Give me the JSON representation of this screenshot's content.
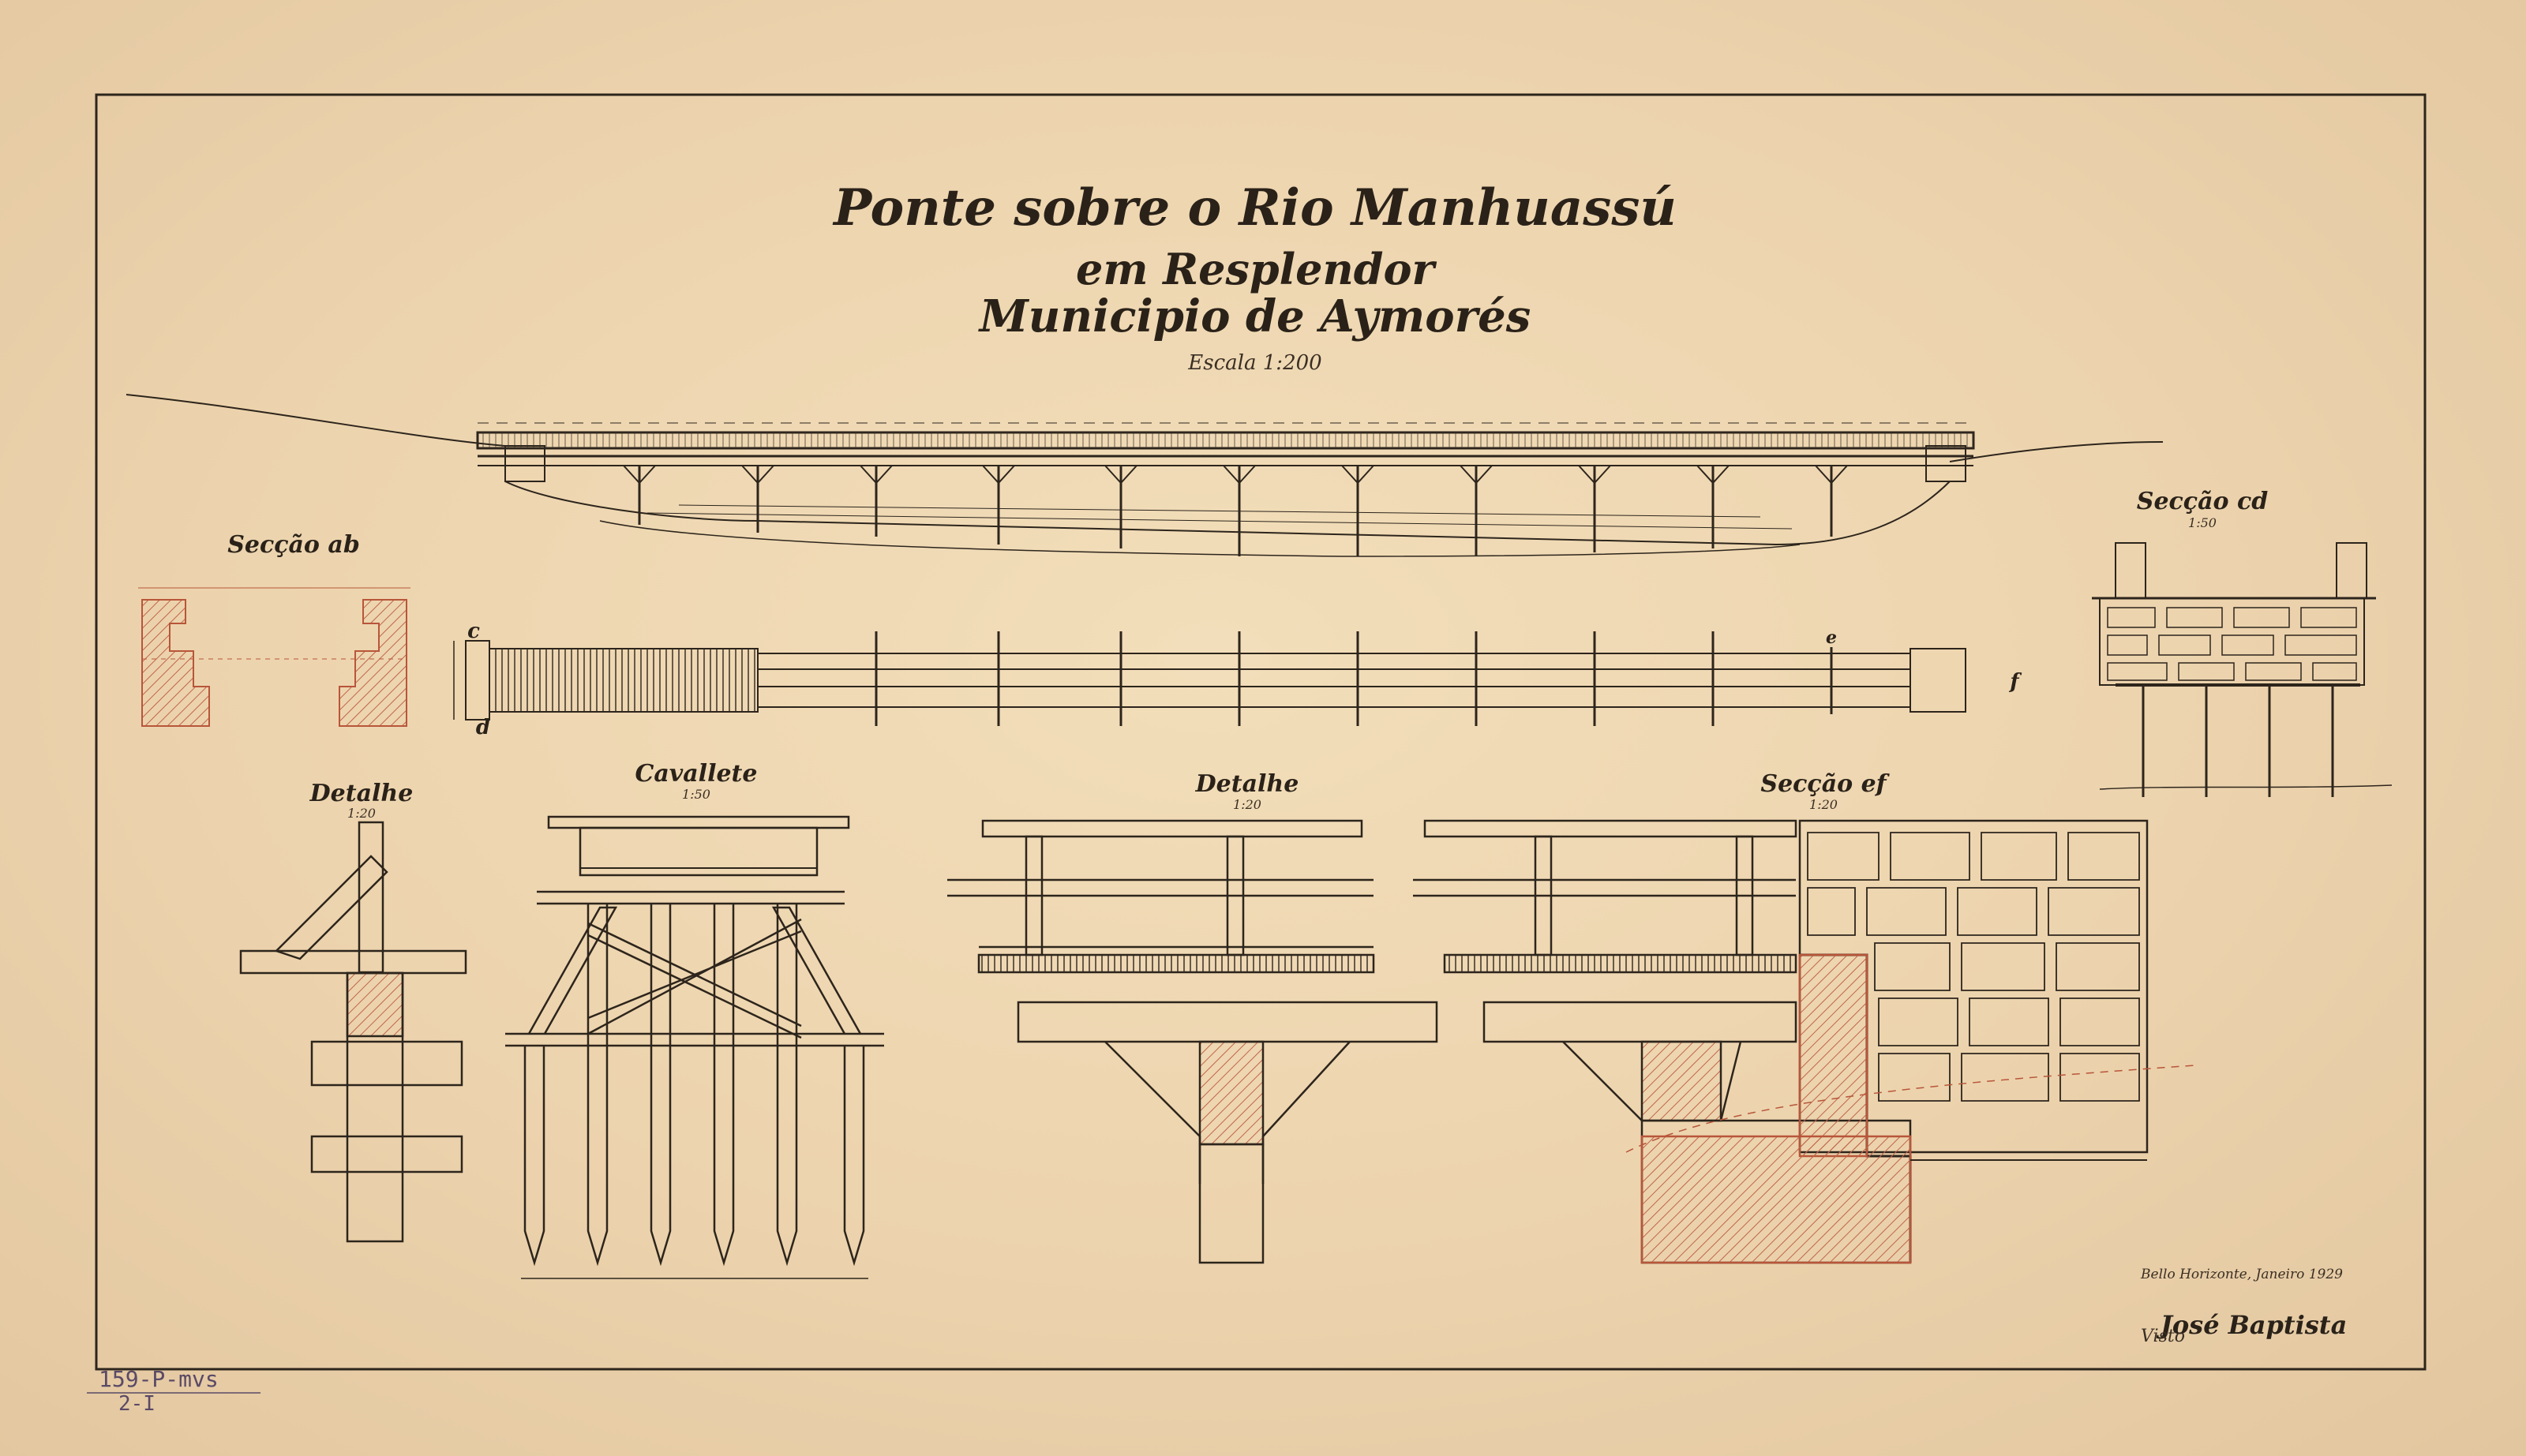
{
  "title": {
    "line1": "Ponte sobre o Rio Manhuassú",
    "line2": "em Resplendor",
    "line3": "Municipio de Aymorés",
    "scale": "Escala 1:200"
  },
  "sections": {
    "ab": {
      "label": "Secção ab"
    },
    "cd": {
      "label": "Secção cd",
      "scale": "1:50"
    },
    "ef": {
      "label": "Secção ef",
      "scale": "1:20"
    },
    "detalhe_left": {
      "label": "Detalhe",
      "scale": "1:20"
    },
    "cavallete": {
      "label": "Cavallete",
      "scale": "1:50"
    },
    "detalhe_center": {
      "label": "Detalhe",
      "scale": "1:20"
    }
  },
  "plan_marks": {
    "c": "c",
    "d": "d",
    "e": "e",
    "f": "f"
  },
  "signature": {
    "date_line": "Bello Horizonte, Janeiro 1929",
    "name": "José Baptista",
    "visto": "Visto"
  },
  "archive_ref": {
    "line1": "159-P-mvs",
    "line2": "2-I"
  },
  "colors": {
    "paper": "#eed6b0",
    "ink": "#2d251c",
    "red_hatch": "#b8563a",
    "pencil": "#5a4a66"
  }
}
